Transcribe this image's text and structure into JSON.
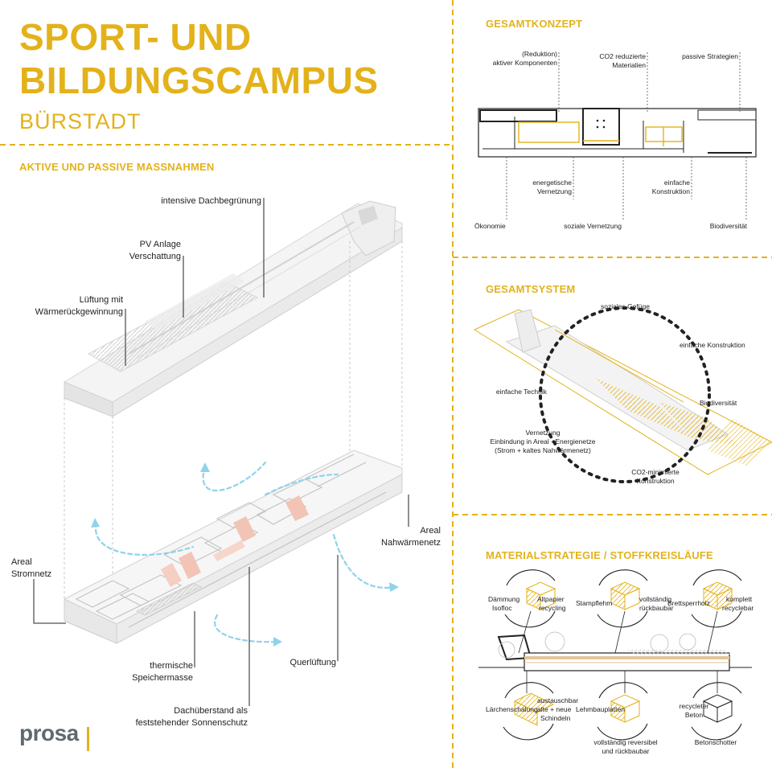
{
  "header": {
    "title_line1": "SPORT- UND",
    "title_line2": "BILDUNGSCAMPUS",
    "subtitle": "BÜRSTADT"
  },
  "left_panel": {
    "heading": "AKTIVE UND PASSIVE  MASSNAHMEN",
    "labels": {
      "dachbegruenung": "intensive Dachbegrünung",
      "pv_1": "PV Anlage",
      "pv_2": "Verschattung",
      "lueftung_1": "Lüftung mit",
      "lueftung_2": "Wärmerückgewinnung",
      "areal_strom_1": "Areal",
      "areal_strom_2": "Stromnetz",
      "areal_nah_1": "Areal",
      "areal_nah_2": "Nahwärmenetz",
      "speicher_1": "thermische",
      "speicher_2": "Speichermasse",
      "querlueftung": "Querlüftung",
      "dach_1": "Dachüberstand als",
      "dach_2": "feststehender Sonnenschutz"
    }
  },
  "gesamtkonzept": {
    "heading": "GESAMTKONZEPT",
    "top_labels": {
      "reduktion_1": "(Reduktion)",
      "reduktion_2": "aktiver Komponenten",
      "co2_1": "CO2 reduzierte",
      "co2_2": "Materialien",
      "passive": "passive Strategien"
    },
    "bottom_labels": {
      "energetisch_1": "energetische",
      "energetisch_2": "Vernetzung",
      "einfach_1": "einfache",
      "einfach_2": "Konstruktion",
      "oekonomie": "Ökonomie",
      "sozial": "soziale Vernetzung",
      "biodiv": "Biodiversität"
    }
  },
  "gesamtsystem": {
    "heading": "GESAMTSYSTEM",
    "labels": {
      "sozial": "soziales Gefüge",
      "einfache_konstruktion": "einfache Konstruktion",
      "einfache_technik": "einfache Technik",
      "biodiv": "Biodiversität",
      "vernetzung_1": "Vernetzung",
      "vernetzung_2": "Einbindung in Areal - Energienetze",
      "vernetzung_3": "(Strom + kaltes Nahwärmenetz)",
      "co2_1": "CO2-minimierte",
      "co2_2": "Konstruktion"
    }
  },
  "materialstrategie": {
    "heading": "MATERIALSTRATEGIE / STOFFKREISLÄUFE",
    "labels": {
      "daemmung_1": "Dämmung",
      "daemmung_2": "Isofloc",
      "altpapier_1": "Altpapier",
      "altpapier_2": "recycling",
      "stampf": "Stampflehm",
      "vollst_1": "vollständig",
      "vollst_2": "rückbaubar",
      "brett": "Brettsperrholz",
      "komplett_1": "komplett",
      "komplett_2": "recyclebar",
      "laerchen": "Lärchenschalung",
      "austausch_1": "austauschbar",
      "austausch_2": "alte + neue",
      "austausch_3": "Schindeln",
      "lehm": "Lehmbauplatten",
      "reversibel_1": "vollständig reversibel",
      "reversibel_2": "und rückbaubar",
      "recycl_beton_1": "recycleter",
      "recycl_beton_2": "Beton",
      "schotter": "Betonschotter"
    }
  },
  "footer": {
    "logo": "prosa"
  },
  "colors": {
    "accent": "#e3b21b",
    "blue": "#8fd3ea",
    "pink": "#f2c4b5",
    "line": "#222222"
  }
}
